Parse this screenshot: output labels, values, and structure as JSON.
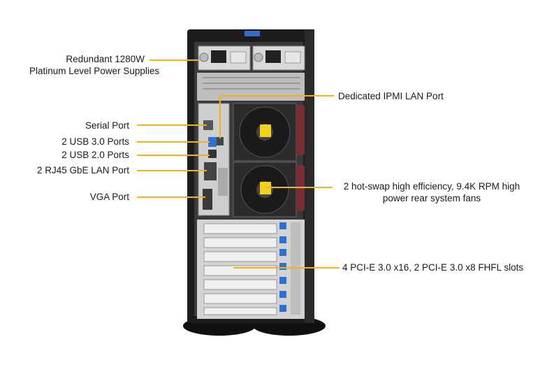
{
  "callouts": {
    "power": {
      "line1": "Redundant  1280W",
      "line2": "Platinum Level Power Supplies"
    },
    "serial": "Serial Port",
    "usb3": "2 USB 3.0 Ports",
    "usb2": "2 USB 2.0 Ports",
    "lan": "2 RJ45 GbE LAN Port",
    "vga": "VGA Port",
    "ipmi": "Dedicated IPMI  LAN Port",
    "fans": {
      "line1": "2 hot-swap high efficiency, 9.4K RPM high",
      "line2": "power rear system fans"
    },
    "pcie": "4 PCI-E 3.0 x16, 2 PCI-E 3.0 x8 FHFL slots"
  },
  "colors": {
    "leader": "#f2b21a",
    "chassis": "#1c1c1c",
    "panel": "#c8c8c8",
    "fan_handle": "#7a2e34",
    "slot_latch": "#2f6fcf"
  }
}
